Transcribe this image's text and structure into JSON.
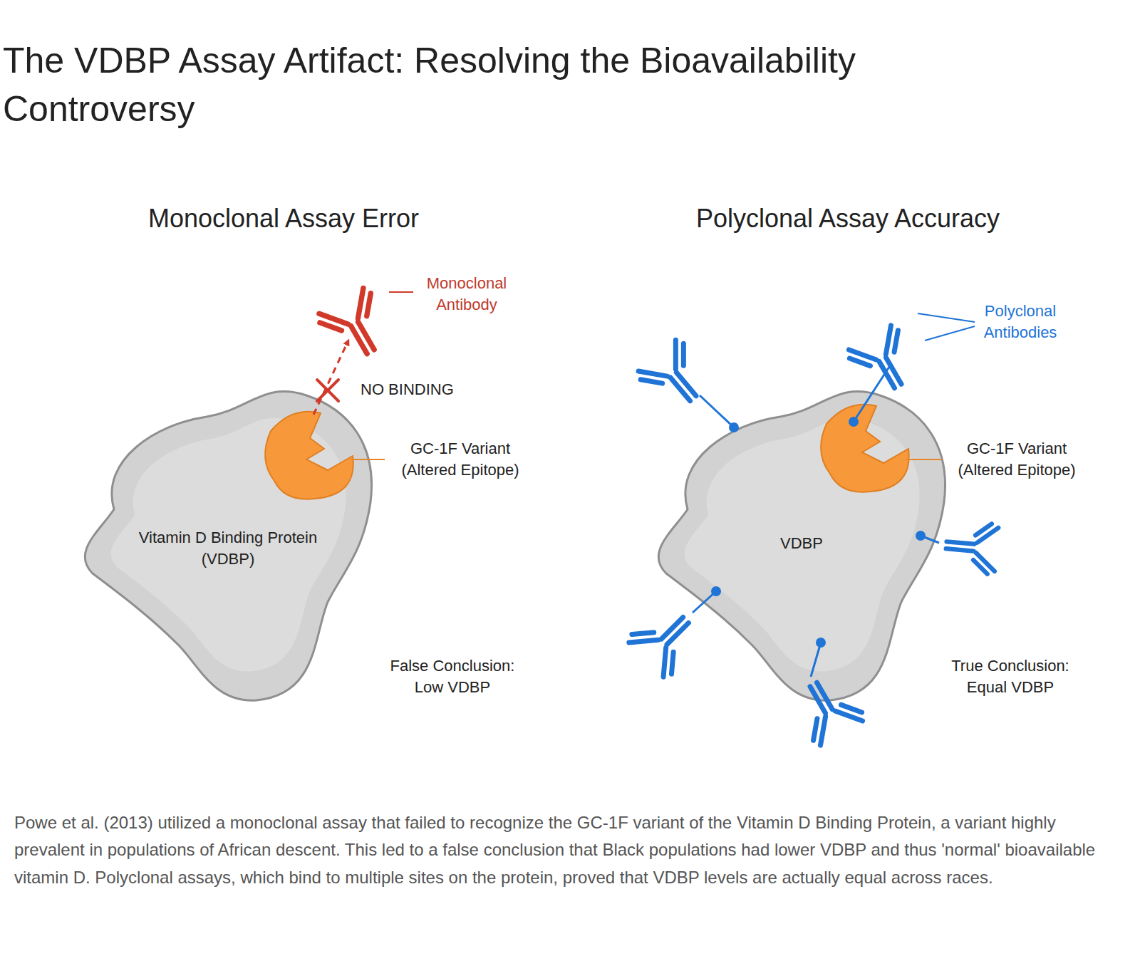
{
  "diagram": {
    "title": "The VDBP Assay Artifact: Resolving the Bioavailability Controversy",
    "caption": "Powe et al. (2013) utilized a monoclonal assay that failed to recognize the GC-1F variant of the Vitamin D Binding Protein, a variant highly prevalent in populations of African descent. This led to a false conclusion that Black populations had lower VDBP and thus 'normal' bioavailable vitamin D. Polyclonal assays, which bind to multiple sites on the protein, proved that VDBP levels are actually equal across races.",
    "nodes": [
      {
        "text": [
          "Vitamin D Binding Protein (VDBP)"
        ]
      },
      {
        "text": [
          "VDBP"
        ]
      }
    ],
    "labels": [
      "Monoclonal Assay Error",
      "Monoclonal Antibody",
      "NO BINDING",
      "GC-1F Variant (Altered Epitope)",
      "False Conclusion: Low VDBP",
      "Polyclonal Assay Accuracy",
      "Polyclonal Antibodies",
      "GC-1F Variant (Altered Epitope)",
      "True Conclusion: Equal VDBP"
    ]
  }
}
